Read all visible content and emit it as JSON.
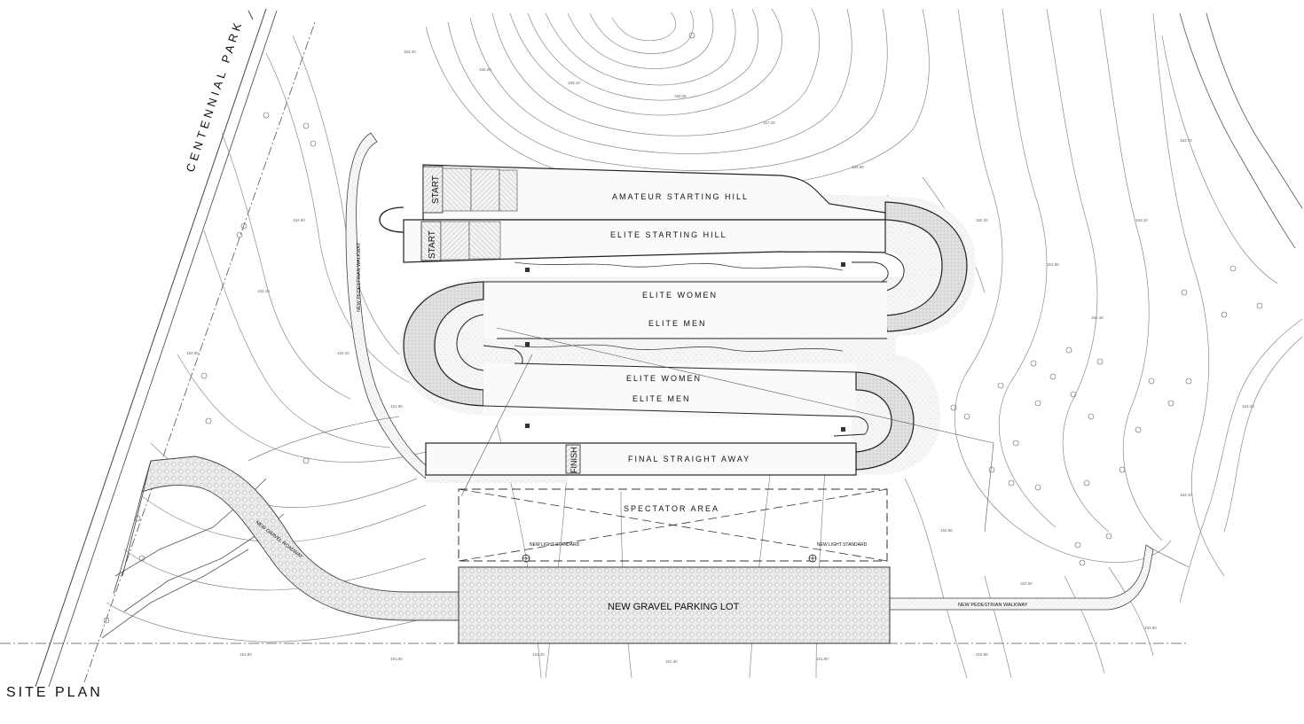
{
  "plan": {
    "title": "SITE PLAN",
    "road_name": "CENTENNIAL PARK",
    "labels": {
      "start_1": "START",
      "start_2": "START",
      "finish": "FINISH",
      "amateur_starting_hill": "AMATEUR STARTING HILL",
      "elite_starting_hill": "ELITE STARTING HILL",
      "elite_women_1": "ELITE WOMEN",
      "elite_men_1": "ELITE MEN",
      "elite_women_2": "ELITE WOMEN",
      "elite_men_2": "ELITE MEN",
      "final_straight_away": "FINAL STRAIGHT AWAY",
      "spectator_area": "SPECTATOR AREA",
      "parking_lot": "NEW GRAVEL PARKING LOT",
      "light_standard_1": "NEW LIGHT STANDARD",
      "light_standard_2": "NEW LIGHT STANDARD",
      "pedestrian_walkway_vertical": "NEW PEDESTRIAN WALKWAY",
      "pedestrian_walkway_horizontal": "NEW PEDESTRIAN WALKWAY",
      "gravel_roadway": "NEW GRAVEL ROADWAY"
    },
    "colors": {
      "line": "#222222",
      "contour": "#8a8a8a",
      "gravel_fill": "#e6e6e6",
      "hatch": "#b5b5b5"
    }
  }
}
